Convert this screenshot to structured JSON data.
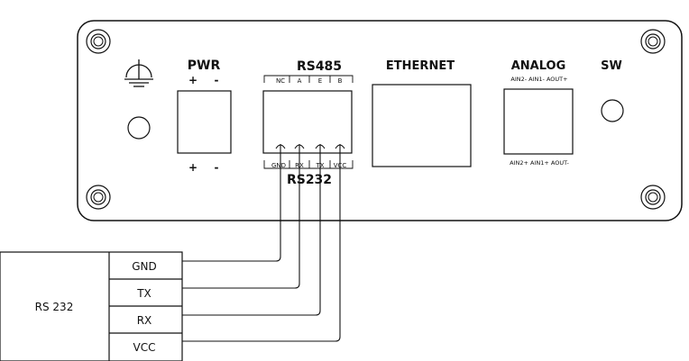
{
  "panel": {
    "pwr": {
      "title": "PWR",
      "plus": "+",
      "minus": "-"
    },
    "rs485": {
      "title": "RS485",
      "pins": [
        "NC",
        "A",
        "E",
        "B"
      ]
    },
    "rs232": {
      "title": "RS232",
      "pins": [
        "GND",
        "RX",
        "TX",
        "VCC"
      ]
    },
    "ethernet": {
      "title": "ETHERNET"
    },
    "analog": {
      "title": "ANALOG",
      "top_pins": "AIN2- AIN1- AOUT+",
      "bottom_pins": "AIN2+ AIN1+ AOUT-"
    },
    "sw": {
      "title": "SW"
    }
  },
  "device": {
    "label": "RS 232",
    "pins": [
      "GND",
      "TX",
      "RX",
      "VCC"
    ]
  }
}
